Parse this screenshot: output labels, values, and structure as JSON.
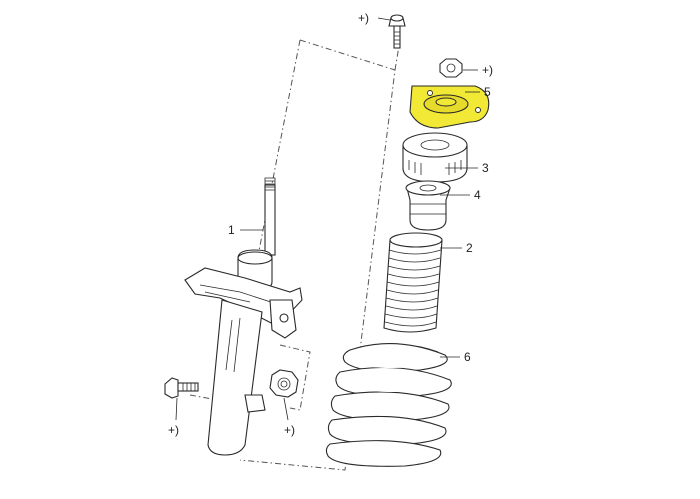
{
  "diagram": {
    "callouts": {
      "strut": "1",
      "boot": "2",
      "bearing": "3",
      "bump_stop": "4",
      "top_mount": "5",
      "spring": "6"
    },
    "fastener_marks": {
      "top_bolt": "+)",
      "top_nut": "+)",
      "lower_bolt": "+)",
      "lower_nut": "+)"
    },
    "highlight_color": "#f2e836"
  }
}
